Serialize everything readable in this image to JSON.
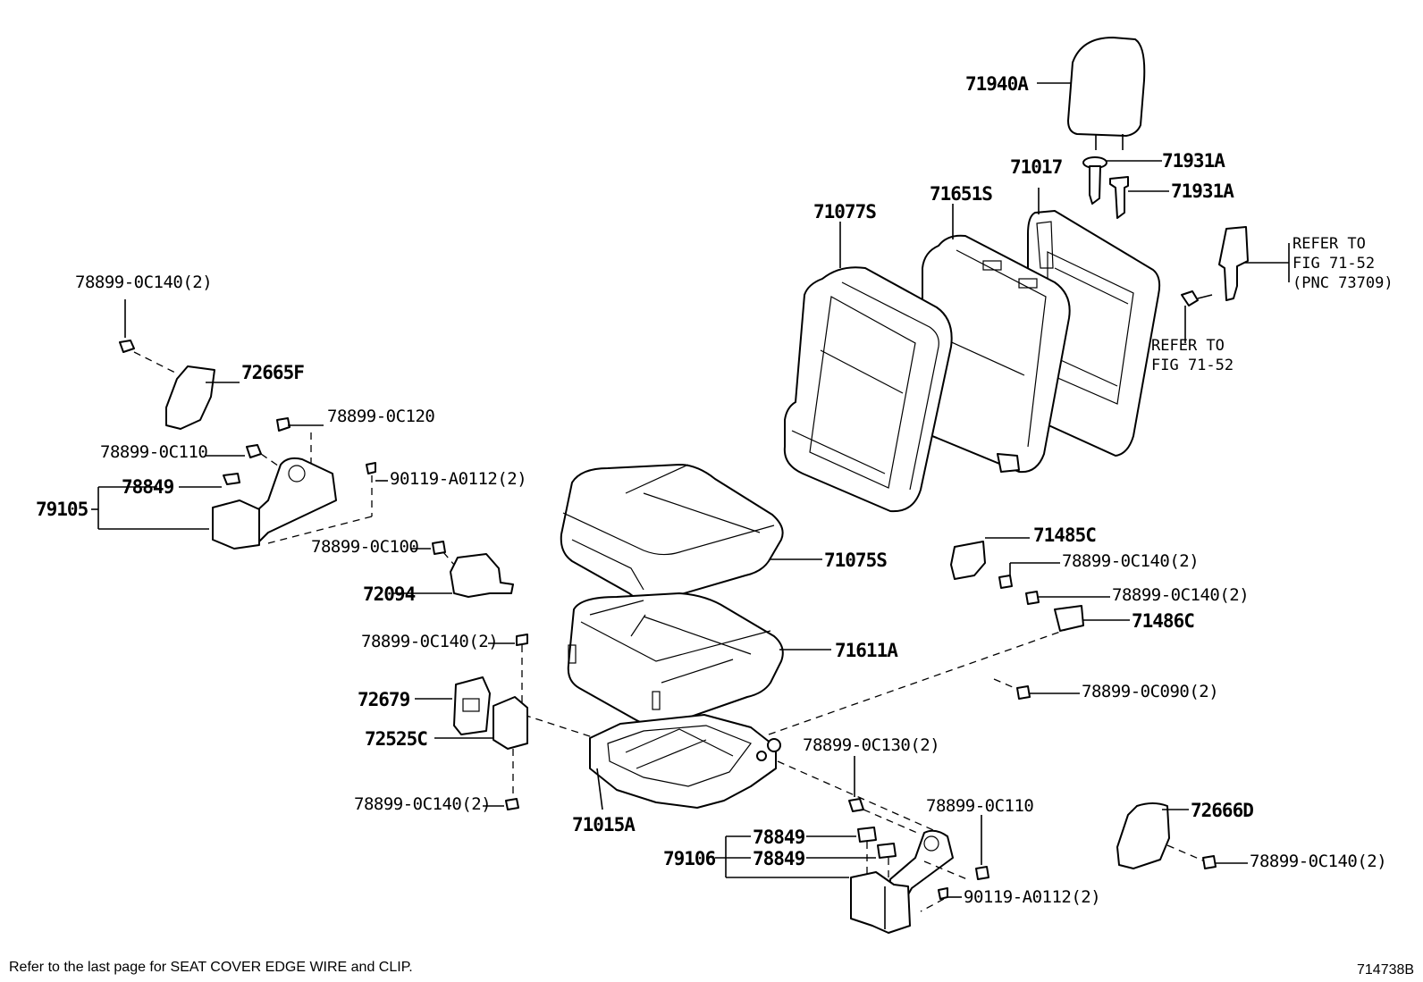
{
  "labels": {
    "p71940A": "71940A",
    "p71931A_1": "71931A",
    "p71931A_2": "71931A",
    "p71017": "71017",
    "p71651S": "71651S",
    "p71077S": "71077S",
    "ref_fig_a_1": "REFER TO",
    "ref_fig_a_2": "FIG 71-52",
    "ref_fig_a_3": "(PNC 73709)",
    "ref_fig_b_1": "REFER TO",
    "ref_fig_b_2": "FIG 71-52",
    "p78899_0C140_a": "78899-0C140(2)",
    "p72665F": "72665F",
    "p78899_0C120": "78899-0C120",
    "p78899_0C110_a": "78899-0C110",
    "p90119_A0112_a": "90119-A0112(2)",
    "p78849_a": "78849",
    "p79105": "79105",
    "p78899_0C100": "78899-0C100",
    "p72094": "72094",
    "p71075S": "71075S",
    "p71485C": "71485C",
    "p78899_0C140_b": "78899-0C140(2)",
    "p78899_0C140_c": "78899-0C140(2)",
    "p71486C": "71486C",
    "p78899_0C140_d": "78899-0C140(2)",
    "p71611A": "71611A",
    "p72679": "72679",
    "p72525C": "72525C",
    "p78899_0C090": "78899-0C090(2)",
    "p78899_0C130": "78899-0C130(2)",
    "p78899_0C140_e": "78899-0C140(2)",
    "p71015A": "71015A",
    "p78899_0C110_b": "78899-0C110",
    "p78849_b": "78849",
    "p78849_c": "78849",
    "p79106": "79106",
    "p90119_A0112_b": "90119-A0112(2)",
    "p72666D": "72666D",
    "p78899_0C140_f": "78899-0C140(2)"
  },
  "footer": {
    "note": "Refer to the last page for SEAT COVER EDGE WIRE and CLIP.",
    "figure_id": "714738B"
  }
}
